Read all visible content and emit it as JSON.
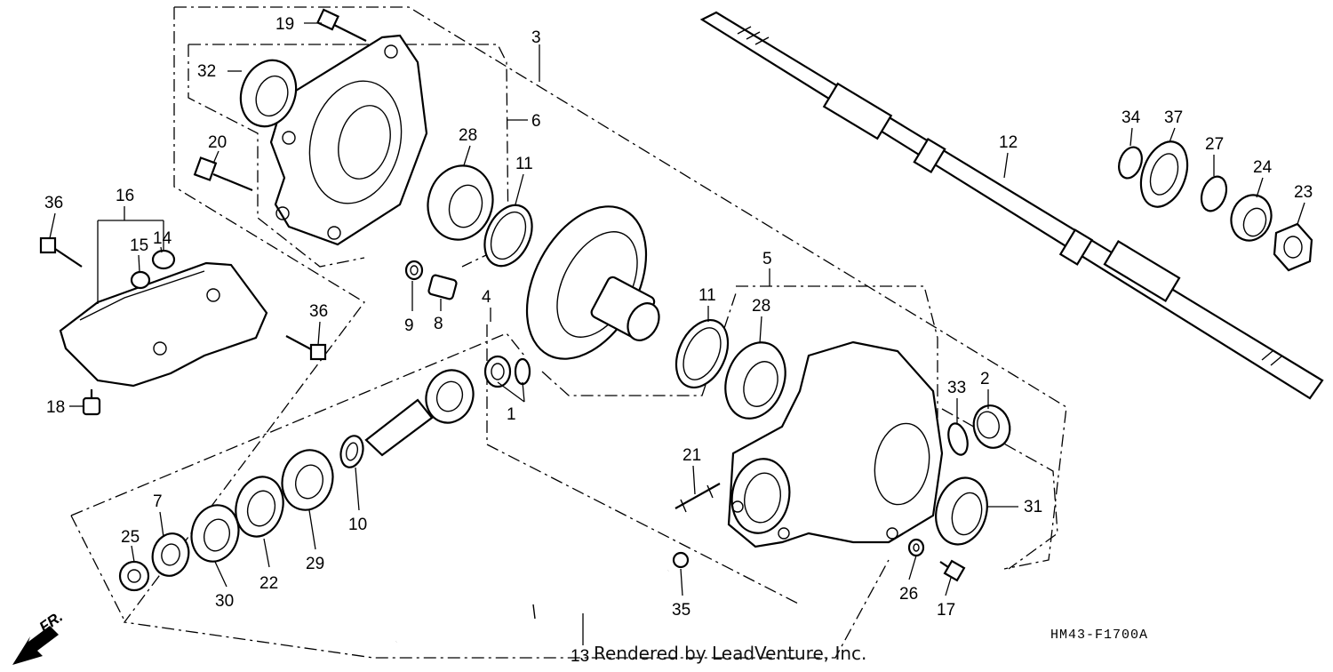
{
  "diagram": {
    "diagram_code": "HM43-F1700A",
    "credit": "Rendered by LeadVenture, Inc.",
    "direction_label": "FR.",
    "callouts": [
      {
        "id": "c1",
        "label": "1"
      },
      {
        "id": "c2",
        "label": "2"
      },
      {
        "id": "c3",
        "label": "3"
      },
      {
        "id": "c4",
        "label": "4"
      },
      {
        "id": "c5",
        "label": "5"
      },
      {
        "id": "c6",
        "label": "6"
      },
      {
        "id": "c7",
        "label": "7"
      },
      {
        "id": "c8",
        "label": "8"
      },
      {
        "id": "c9",
        "label": "9"
      },
      {
        "id": "c10",
        "label": "10"
      },
      {
        "id": "c11a",
        "label": "11"
      },
      {
        "id": "c11b",
        "label": "11"
      },
      {
        "id": "c12",
        "label": "12"
      },
      {
        "id": "c13",
        "label": "13"
      },
      {
        "id": "c14",
        "label": "14"
      },
      {
        "id": "c15",
        "label": "15"
      },
      {
        "id": "c16",
        "label": "16"
      },
      {
        "id": "c17",
        "label": "17"
      },
      {
        "id": "c18",
        "label": "18"
      },
      {
        "id": "c19",
        "label": "19"
      },
      {
        "id": "c20",
        "label": "20"
      },
      {
        "id": "c21",
        "label": "21"
      },
      {
        "id": "c22",
        "label": "22"
      },
      {
        "id": "c23",
        "label": "23"
      },
      {
        "id": "c24",
        "label": "24"
      },
      {
        "id": "c25",
        "label": "25"
      },
      {
        "id": "c26",
        "label": "26"
      },
      {
        "id": "c27",
        "label": "27"
      },
      {
        "id": "c28a",
        "label": "28"
      },
      {
        "id": "c28b",
        "label": "28"
      },
      {
        "id": "c29",
        "label": "29"
      },
      {
        "id": "c30",
        "label": "30"
      },
      {
        "id": "c31",
        "label": "31"
      },
      {
        "id": "c32",
        "label": "32"
      },
      {
        "id": "c33",
        "label": "33"
      },
      {
        "id": "c34",
        "label": "34"
      },
      {
        "id": "c35",
        "label": "35"
      },
      {
        "id": "c36a",
        "label": "36"
      },
      {
        "id": "c36b",
        "label": "36"
      },
      {
        "id": "c37",
        "label": "37"
      }
    ]
  }
}
